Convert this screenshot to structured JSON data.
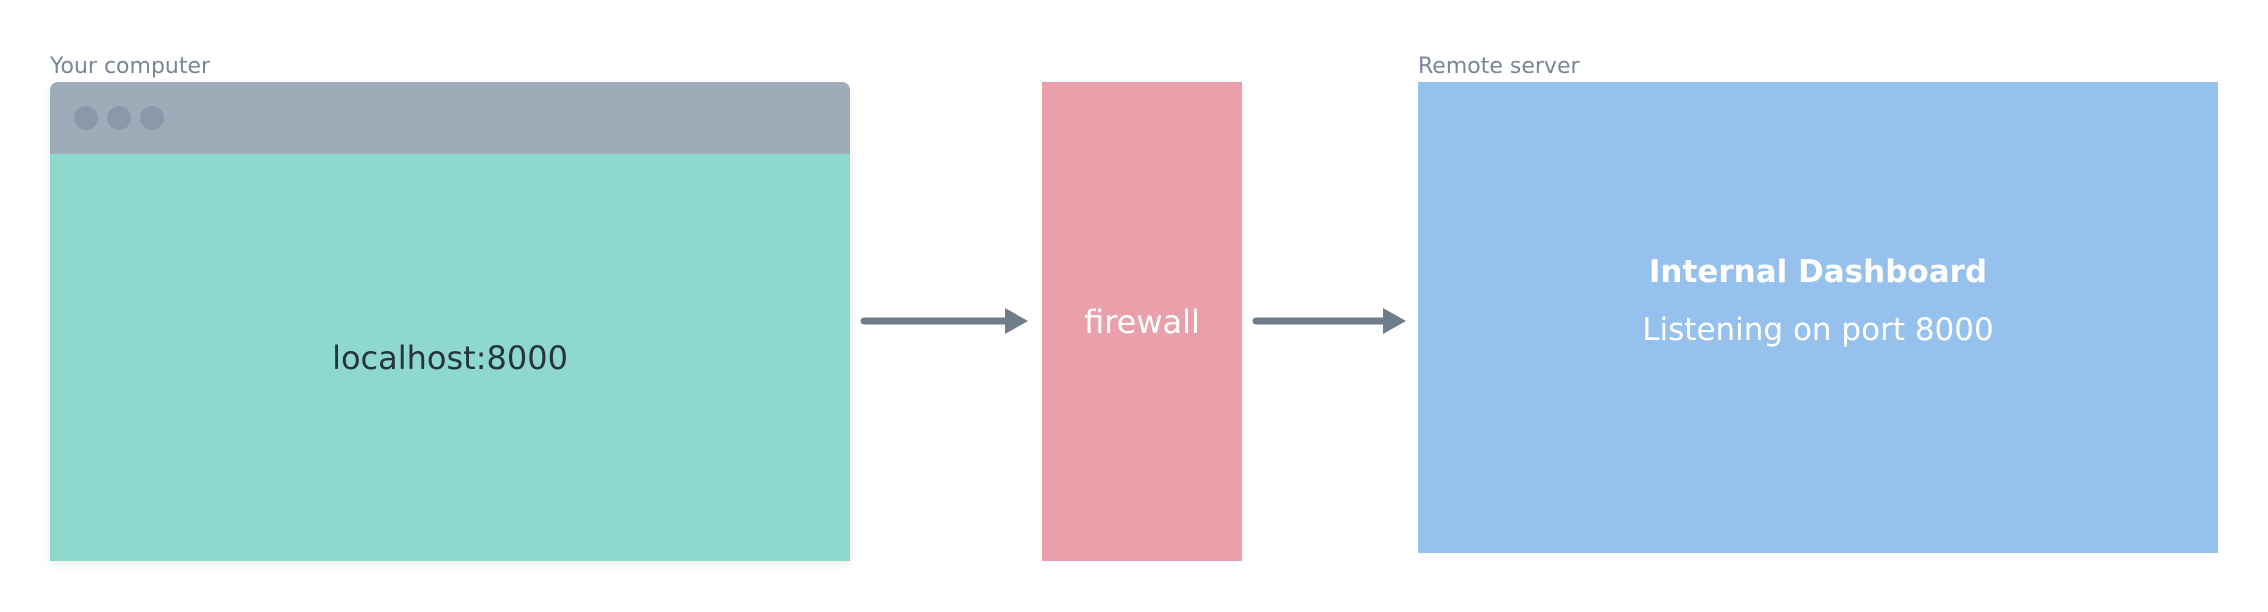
{
  "labels": {
    "left_section": "Your computer",
    "right_section": "Remote server"
  },
  "browser": {
    "url_text": "localhost:8000"
  },
  "firewall": {
    "label": "firewall"
  },
  "server": {
    "title": "Internal Dashboard",
    "subtitle": "Listening on port 8000"
  },
  "colors": {
    "browser_titlebar": "#9eacb9",
    "browser_body": "#8fd8ce",
    "firewall": "#e9a0aa",
    "server": "#96c1ec",
    "arrow": "#6f7d8a"
  },
  "icons": {
    "window_controls": [
      "window-dot-icon",
      "window-dot-icon",
      "window-dot-icon"
    ],
    "connection_arrows": [
      "arrow-right-icon",
      "arrow-right-icon"
    ]
  }
}
